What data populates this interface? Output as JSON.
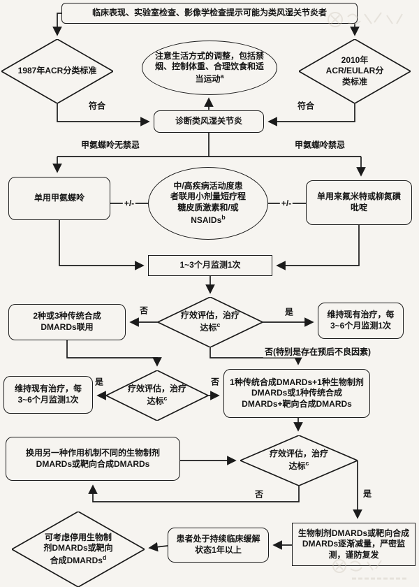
{
  "page": {
    "background_color": "#f6f4f0",
    "ink_color": "#1b1b1b"
  },
  "nodes": {
    "entry": "临床表现、实验室检查、影像学检查提示可能为类风湿关节炎者",
    "acr1987": "1987年ACR分类标准",
    "acr2010": "2010年ACR/EULAR分类标准",
    "lifestyle": {
      "text": "注意生活方式的调整，包括禁烟、控制体重、合理饮食和适当运动",
      "sup": "a"
    },
    "diagnose": "诊断类风湿关节炎",
    "mtx": "单用甲氨蝶呤",
    "steroid": {
      "text": "中/高疾病活动度患者联用小剂量短疗程糖皮质激素和/或NSAIDs",
      "sup": "b"
    },
    "lef": "单用来氟米特或柳氮磺吡啶",
    "monitor13": "1~3个月监测1次",
    "combo23": "2种或3种传统合成DMARDs联用",
    "assess": {
      "text": "疗效评估，治疗达标",
      "sup": "c"
    },
    "maintain": "维持现有治疗，每3~6个月监测1次",
    "bio_combo": "1种传统合成DMARDs+1种生物制剂DMARDs或1种传统合成DMARDs+靶向合成DMARDs",
    "switch_bio": "换用另一种作用机制不同的生物制剂DMARDs或靶向合成DMARDs",
    "stop_bio": {
      "text": "可考虑停用生物制剂DMARDs或靶向合成DMARDs",
      "sup": "d"
    },
    "remission": "患者处于持续临床缓解状态1年以上",
    "taper": "生物制剂DMARDs或靶向合成DMARDs逐渐减量，严密监测，谨防复发"
  },
  "labels": {
    "fuhe": "符合",
    "mtx_ok": "甲氨蝶呤无禁忌",
    "mtx_contra": "甲氨蝶呤禁忌",
    "plusminus": "+/-",
    "yes": "是",
    "no": "否",
    "no_special": "否(特别是存在预后不良因素)"
  }
}
